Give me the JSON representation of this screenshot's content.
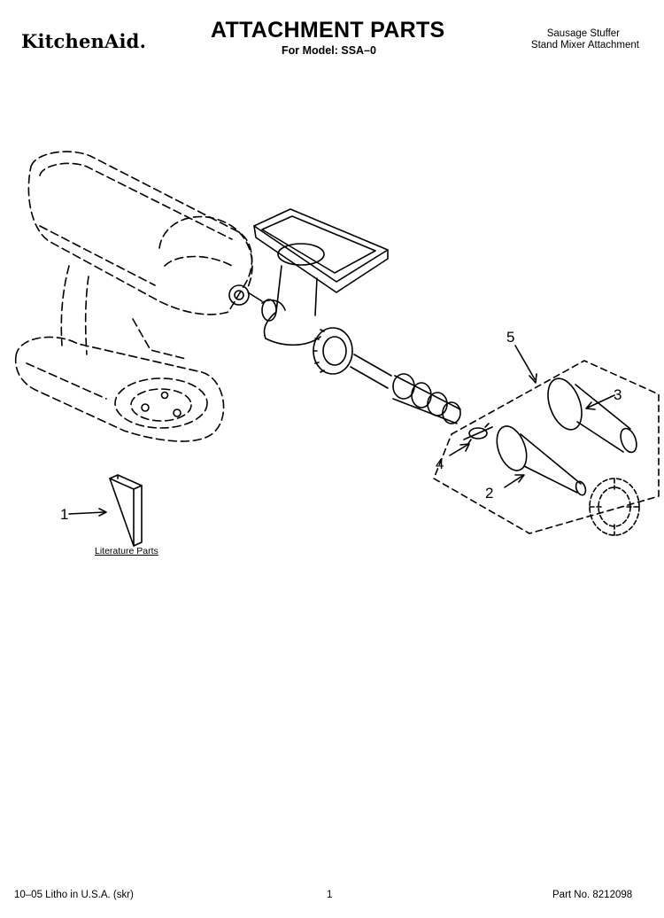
{
  "header": {
    "brand": "KitchenAid.",
    "title": "ATTACHMENT PARTS",
    "model_line": "For Model: SSA–0",
    "product_line1": "Sausage Stuffer",
    "product_line2": "Stand Mixer Attachment"
  },
  "callouts": {
    "c1": "1",
    "c2": "2",
    "c3": "3",
    "c4": "4",
    "c5": "5"
  },
  "literature": {
    "label": "Literature Parts"
  },
  "footer": {
    "litho": "10–05 Litho in U.S.A. (skr)",
    "page": "1",
    "part_no": "Part No. 8212098"
  }
}
